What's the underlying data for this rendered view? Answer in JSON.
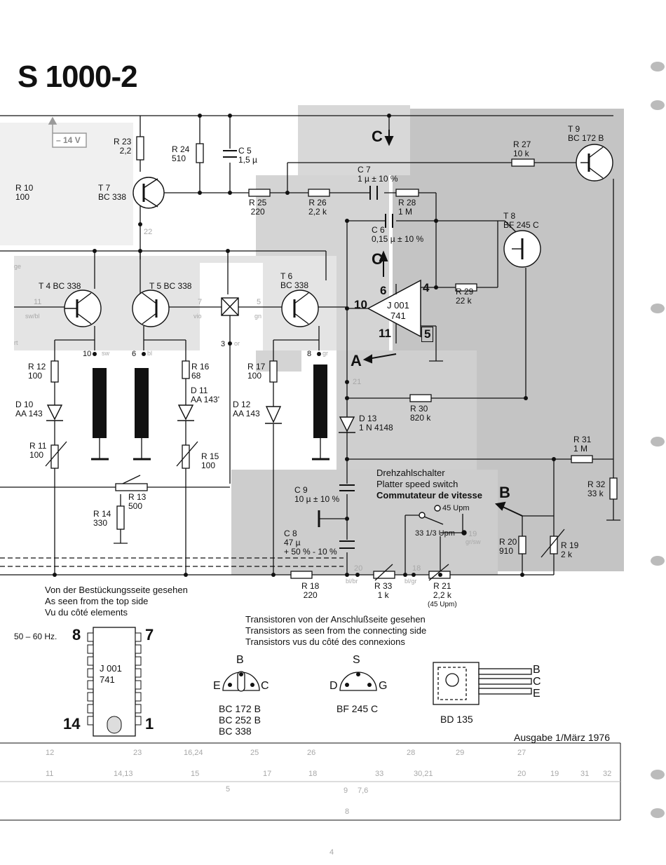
{
  "title": "S 1000-2",
  "supply": "– 14 V",
  "components": {
    "r23": [
      "R 23",
      "2,2"
    ],
    "r24": [
      "R 24",
      "510"
    ],
    "c5": [
      "C 5",
      "1,5 µ"
    ],
    "r10": [
      "R 10",
      "100"
    ],
    "t7": [
      "T 7",
      "BC 338"
    ],
    "r25": [
      "R 25",
      "220"
    ],
    "r26": [
      "R 26",
      "2,2 k"
    ],
    "c7": [
      "C 7",
      "1 µ ± 10 %"
    ],
    "r28": [
      "R 28",
      "1 M"
    ],
    "c6": [
      "C 6",
      "0,15 µ ± 10 %"
    ],
    "r27": [
      "R 27",
      "10 k"
    ],
    "t9": [
      "T 9",
      "BC 172 B"
    ],
    "t8": [
      "T 8",
      "BF 245 C"
    ],
    "t4": "T 4 BC 338",
    "t5": "T 5 BC 338",
    "t6": [
      "T 6",
      "BC 338"
    ],
    "ic": [
      "J 001",
      "741"
    ],
    "r29": [
      "R 29",
      "22 k"
    ],
    "r12": [
      "R 12",
      "100"
    ],
    "r16": [
      "R 16",
      "68"
    ],
    "r17": [
      "R 17",
      "100"
    ],
    "d11": [
      "D 11",
      "AA 143'"
    ],
    "d10": [
      "D 10",
      "AA 143"
    ],
    "d12": [
      "D 12",
      "AA 143"
    ],
    "d13": [
      "D 13",
      "1 N 4148"
    ],
    "r30": [
      "R 30",
      "820 k"
    ],
    "r11": [
      "R 11",
      "100"
    ],
    "r15": [
      "R 15",
      "100"
    ],
    "r31": [
      "R 31",
      "1 M"
    ],
    "r13": [
      "R 13",
      "500"
    ],
    "r14": [
      "R 14",
      "330"
    ],
    "c9": [
      "C 9",
      "10 µ ± 10 %"
    ],
    "c8": [
      "C 8",
      "47 µ",
      "+ 50 % - 10 %"
    ],
    "r32": [
      "R 32",
      "33 k"
    ],
    "r20": [
      "R 20",
      "910"
    ],
    "r19": [
      "R 19",
      "2 k"
    ],
    "r18": [
      "R 18",
      "220"
    ],
    "r33": [
      "R 33",
      "1 k"
    ],
    "r21": [
      "R 21",
      "2,2 k",
      "(45 Upm)"
    ]
  },
  "ic_pins": {
    "p6": "6",
    "p4": "4",
    "p10": "10",
    "p11": "11",
    "p5": "5"
  },
  "nodes": {
    "n22": "22",
    "n11": "11",
    "n7": "7",
    "n5": "5",
    "n3": "3",
    "n10": "10",
    "n6": "6",
    "n8": "8",
    "n21": "21",
    "n20": "20",
    "n18": "18",
    "n19": "19",
    "sw": "sw",
    "bl": "bl",
    "gr": "gr",
    "or": "or",
    "swbl": "sw/bl",
    "vio": "vio",
    "gn": "gn",
    "grsw": "gr/sw",
    "blbr": "bl/br",
    "blgr": "bl/gr"
  },
  "markers": {
    "c_top": "C",
    "c_mid": "C",
    "a": "A",
    "b": "B"
  },
  "speed_switch": {
    "lines": [
      "Drehzahlschalter",
      "Platter speed switch",
      "Commutateur de vitesse"
    ],
    "pos45": "45 Upm",
    "pos33": "33 1/3 Upm"
  },
  "view_note": [
    "Von der Bestückungsseite gesehen",
    "As seen from the top side",
    "Vu du côté elements"
  ],
  "connect_note": [
    "Transistoren von der Anschlußseite gesehen",
    "Transistors as seen from the connecting side",
    "Transistors vus du côté des connexions"
  ],
  "hz_label": "50 – 60 Hz.",
  "ic_package": {
    "pin8": "8",
    "pin7": "7",
    "pin14": "14",
    "pin1": "1",
    "line1": "J 001",
    "line2": "741"
  },
  "pkg1": {
    "b": "B",
    "e": "E",
    "c": "C",
    "names": [
      "BC 172 B",
      "BC 252 B",
      "BC 338"
    ]
  },
  "pkg2": {
    "s": "S",
    "d": "D",
    "g": "G",
    "name": "BF 245 C"
  },
  "pkg3": {
    "b": "B",
    "c": "C",
    "e": "E",
    "name": "BD 135"
  },
  "edition": "Ausgabe 1/März 1976",
  "index_rows": [
    [
      "12",
      "23",
      "16,24",
      "25",
      "26",
      "28",
      "29",
      "27"
    ],
    [
      "11",
      "14,13",
      "15",
      "17",
      "18",
      "33",
      "30,21",
      "20",
      "19",
      "31",
      "32"
    ],
    [
      "5",
      "9",
      "7,6"
    ],
    [
      "8"
    ]
  ],
  "page_number": "4",
  "scrap_left": [
    "ge",
    "rt"
  ]
}
